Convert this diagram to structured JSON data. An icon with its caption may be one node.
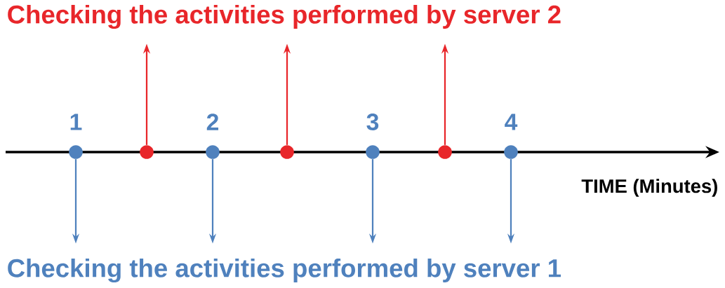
{
  "diagram": {
    "nodes": [
      {
        "text": [
          "Checking the activities performed by server 2"
        ]
      },
      {
        "text": [],
        "shape": "circle",
        "beside": [
          "1"
        ]
      },
      {
        "text": [],
        "shape": "circle"
      },
      {
        "text": [],
        "shape": "circle",
        "beside": [
          "2"
        ]
      },
      {
        "text": [],
        "shape": "circle"
      },
      {
        "text": [],
        "shape": "circle",
        "beside": [
          "3"
        ]
      },
      {
        "text": [],
        "shape": "circle"
      },
      {
        "text": [],
        "shape": "circle",
        "beside": [
          "4"
        ]
      },
      {
        "text": [
          "Checking the activities performed by server 1"
        ]
      }
    ],
    "edges": [
      {
        "from": 1,
        "to": 8,
        "arrow": "to"
      },
      {
        "from": 2,
        "to": 0,
        "arrow": "to",
        "color": "#e8262a"
      },
      {
        "from": 3,
        "to": 8,
        "arrow": "to"
      },
      {
        "from": 4,
        "to": 0,
        "arrow": "to",
        "color": "#e8262a"
      },
      {
        "from": 5,
        "to": 8,
        "arrow": "to"
      },
      {
        "from": 6,
        "to": 0,
        "arrow": "to",
        "color": "#e8262a"
      },
      {
        "from": 7,
        "to": 8,
        "arrow": "to"
      }
    ],
    "labels": [
      "TIME (Minutes)"
    ]
  }
}
